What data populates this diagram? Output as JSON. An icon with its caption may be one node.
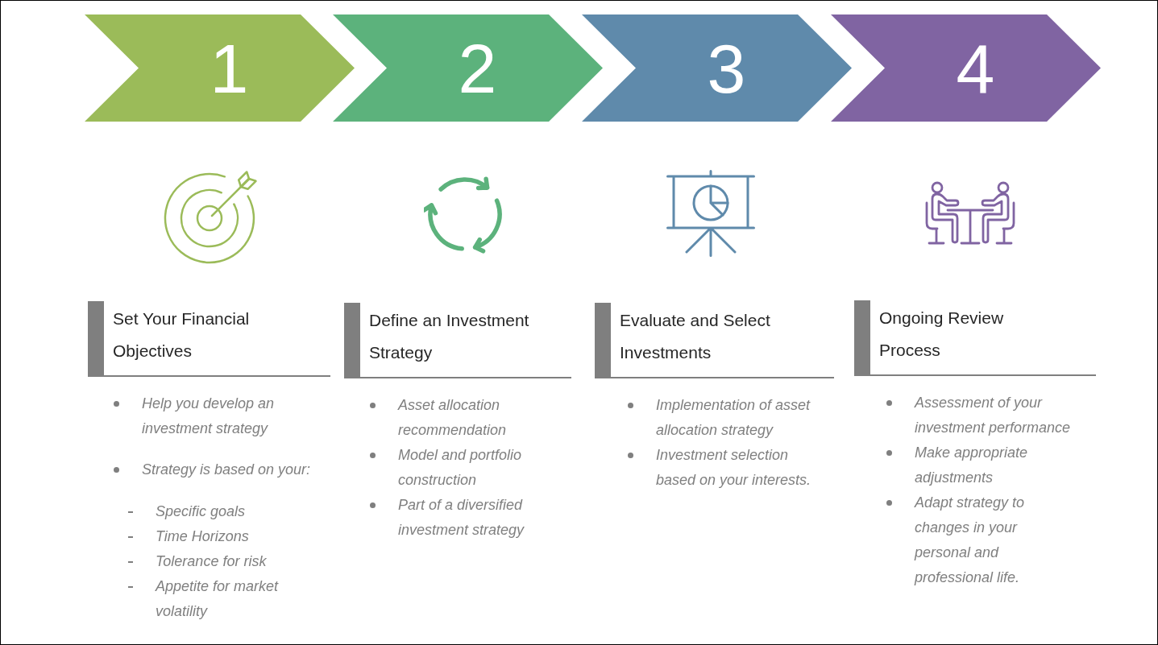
{
  "diagram": {
    "nodes": [
      {
        "text": [
          "1"
        ]
      },
      {
        "text": [
          "2"
        ]
      },
      {
        "text": [
          "3"
        ]
      },
      {
        "text": [
          "4"
        ]
      },
      {
        "text": [
          "Set Your Financial Objectives"
        ]
      },
      {
        "text": [
          "Define an Investment Strategy"
        ]
      },
      {
        "text": [
          "Evaluate and Select Investments"
        ]
      },
      {
        "text": [
          "Ongoing Review Process"
        ]
      }
    ],
    "labels": [
      "Help you develop an investment strategy",
      "Strategy is based on your:",
      "Specific goals",
      "Time Horizons",
      "Tolerance for risk",
      "Appetite for market volatility",
      "Asset allocation recommendation",
      "Model and portfolio construction",
      "Part of a diversified investment strategy",
      "Implementation of asset allocation strategy",
      "Investment selection based on your interests.",
      "Assessment of your investment performance",
      "Make appropriate adjustments",
      "Adapt strategy to changes in your personal and professional life."
    ]
  }
}
